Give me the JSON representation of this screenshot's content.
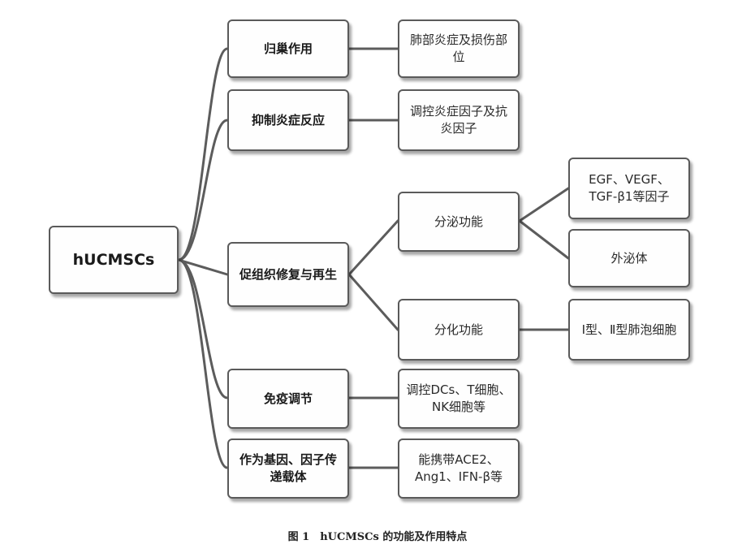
{
  "root": {
    "label": "hUCMSCs"
  },
  "functions": [
    {
      "label": "归巢作用",
      "effect": "肺部炎症及损伤部位"
    },
    {
      "label": "抑制炎症反应",
      "effect": "调控炎症因子及抗炎因子"
    },
    {
      "label": "促组织修复与再生",
      "sub": [
        {
          "label": "分泌功能",
          "effects": [
            "EGF、VEGF、TGF-β1等因子",
            "外泌体"
          ]
        },
        {
          "label": "分化功能",
          "effects": [
            "Ⅰ型、Ⅱ型肺泡细胞"
          ]
        }
      ]
    },
    {
      "label": "免疫调节",
      "effect": "调控DCs、T细胞、NK细胞等"
    },
    {
      "label": "作为基因、因子传递载体",
      "effect": "能携带ACE2、Ang1、IFN-β等"
    }
  ],
  "caption": "图 1　hUCMSCs 的功能及作用特点"
}
